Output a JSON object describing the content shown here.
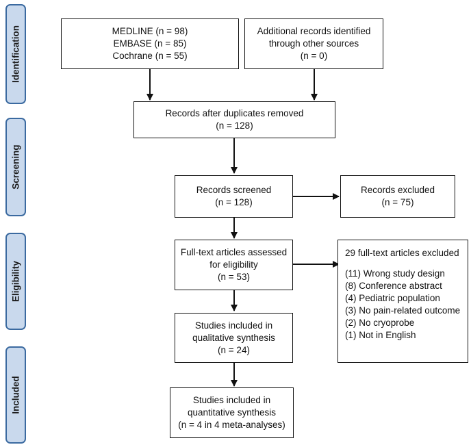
{
  "phases": {
    "identification": "Identification",
    "screening": "Screening",
    "eligibility": "Eligibility",
    "included": "Included"
  },
  "boxes": {
    "databases": [
      "MEDLINE (n = 98)",
      "EMBASE (n = 85)",
      "Cochrane (n = 55)"
    ],
    "additional": [
      "Additional records identified",
      "through other sources",
      "(n = 0)"
    ],
    "after_duplicates": [
      "Records after duplicates removed",
      "(n = 128)"
    ],
    "screened": [
      "Records screened",
      "(n = 128)"
    ],
    "excluded": [
      "Records excluded",
      "(n = 75)"
    ],
    "fulltext": [
      "Full-text articles assessed",
      "for eligibility",
      "(n = 53)"
    ],
    "fulltext_excluded": {
      "title": "29 full-text articles excluded",
      "reasons": [
        "(11) Wrong study design",
        "(8) Conference abstract",
        "(4) Pediatric population",
        "(3) No pain-related outcome",
        "(2) No cryoprobe",
        "(1) Not in English"
      ]
    },
    "qualitative": [
      "Studies included in",
      "qualitative synthesis",
      "(n = 24)"
    ],
    "quantitative": [
      "Studies included in",
      "quantitative synthesis",
      "(n = 4 in 4 meta-analyses)"
    ]
  }
}
